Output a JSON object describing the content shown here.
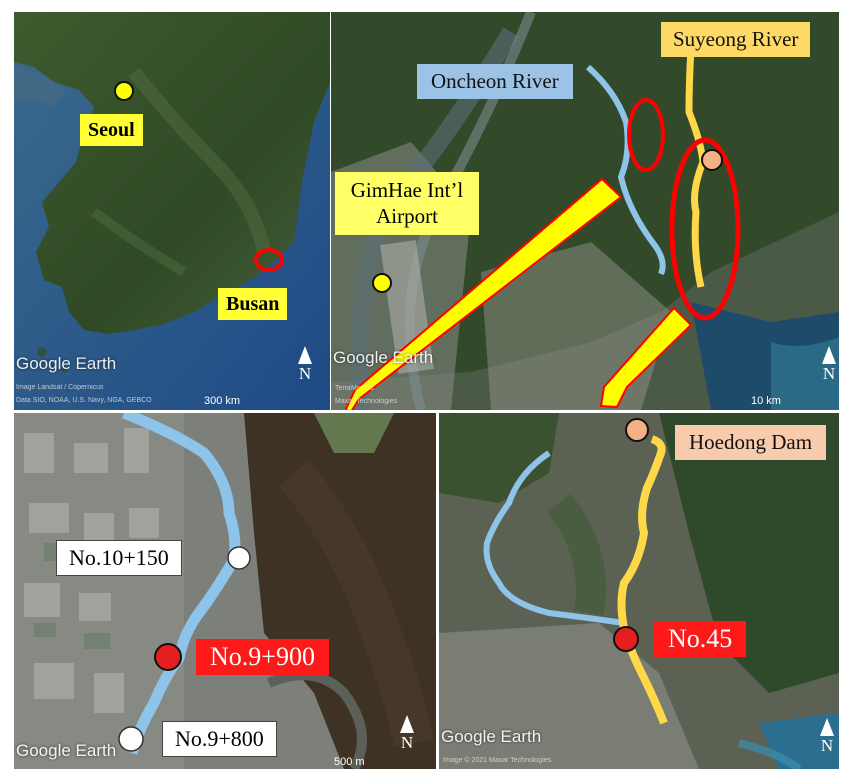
{
  "colors": {
    "marker_yellow": "#ffff00",
    "marker_orange": "#f4b183",
    "marker_red": "#e51f1f",
    "marker_white": "#ffffff",
    "river_blue": "#8ec4ea",
    "river_gold": "#ffd84a",
    "highlight_red": "#ff0000",
    "arrow_yellow": "#ffff00"
  },
  "watermark": "Google Earth",
  "north_label": "N",
  "korea": {
    "seoul": "Seoul",
    "busan": "Busan",
    "credit1": "Image Landsat / Copernicus",
    "credit2": "Data SIO, NOAA, U.S. Navy, NGA, GEBCO",
    "scale": "300 km"
  },
  "busan": {
    "suyeong": "Suyeong River",
    "oncheon": "Oncheon River",
    "airport": "GimHae Int’l Airport",
    "credit1": "TerraMetrics",
    "credit2": "Maxar Technologies",
    "scale": "10 km"
  },
  "oncheon_detail": {
    "p1": "No.10+150",
    "p2": "No.9+900",
    "p3": "No.9+800",
    "scale": "500 m"
  },
  "suyeong_detail": {
    "dam": "Hoedong Dam",
    "p1": "No.45",
    "credit": "Image © 2021 Maxar Technologies"
  }
}
